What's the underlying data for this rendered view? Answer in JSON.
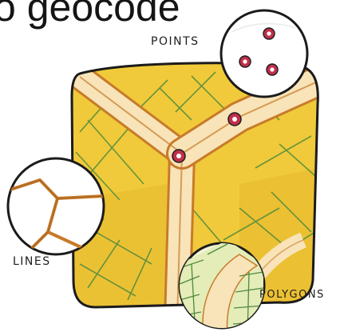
{
  "title": "o geocode",
  "labels": {
    "points": "POINTS",
    "lines": "LINES",
    "polygons": "POLYGONS"
  },
  "colors": {
    "map_fill": "#f0ca3a",
    "road": "#f8e4b8",
    "road_stripe": "#c87a2a",
    "grid_line": "#4f8a3c",
    "outline": "#1b1b1b",
    "point_marker": "#c0304a",
    "inset_bg": "#ffffff"
  },
  "icons": [
    "point-marker-icon",
    "line-inset-icon",
    "polygon-inset-icon"
  ]
}
